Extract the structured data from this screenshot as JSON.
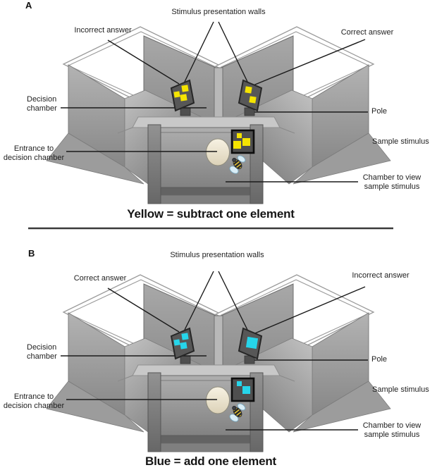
{
  "figure": {
    "description": "Two-panel schematic of a Y-maze bee experiment apparatus",
    "panels": [
      {
        "panel_label": "A",
        "caption": "Yellow = subtract one element",
        "stimulus_color": "#f5e400",
        "stimulus_color_name": "Yellow",
        "rule": "subtract one element",
        "labels": {
          "stimulus_walls": "Stimulus presentation walls",
          "left_answer": "Incorrect answer",
          "right_answer": "Correct answer",
          "decision_chamber": "Decision chamber",
          "pole": "Pole",
          "entrance": "Entrance to decision chamber",
          "sample_stimulus": "Sample stimulus",
          "view_chamber": "Chamber to view sample stimulus"
        },
        "element_counts": {
          "left_card": 3,
          "right_card": 2,
          "sample_card": 3
        }
      },
      {
        "panel_label": "B",
        "caption": "Blue = add one element",
        "stimulus_color": "#26d5ea",
        "stimulus_color_name": "Blue",
        "rule": "add one element",
        "labels": {
          "stimulus_walls": "Stimulus presentation walls",
          "left_answer": "Correct answer",
          "right_answer": "Incorrect answer",
          "decision_chamber": "Decision chamber",
          "pole": "Pole",
          "entrance": "Entrance to decision chamber",
          "sample_stimulus": "Sample stimulus",
          "view_chamber": "Chamber to view sample stimulus"
        },
        "element_counts": {
          "left_card": 3,
          "right_card": 1,
          "sample_card": 2
        }
      }
    ]
  }
}
